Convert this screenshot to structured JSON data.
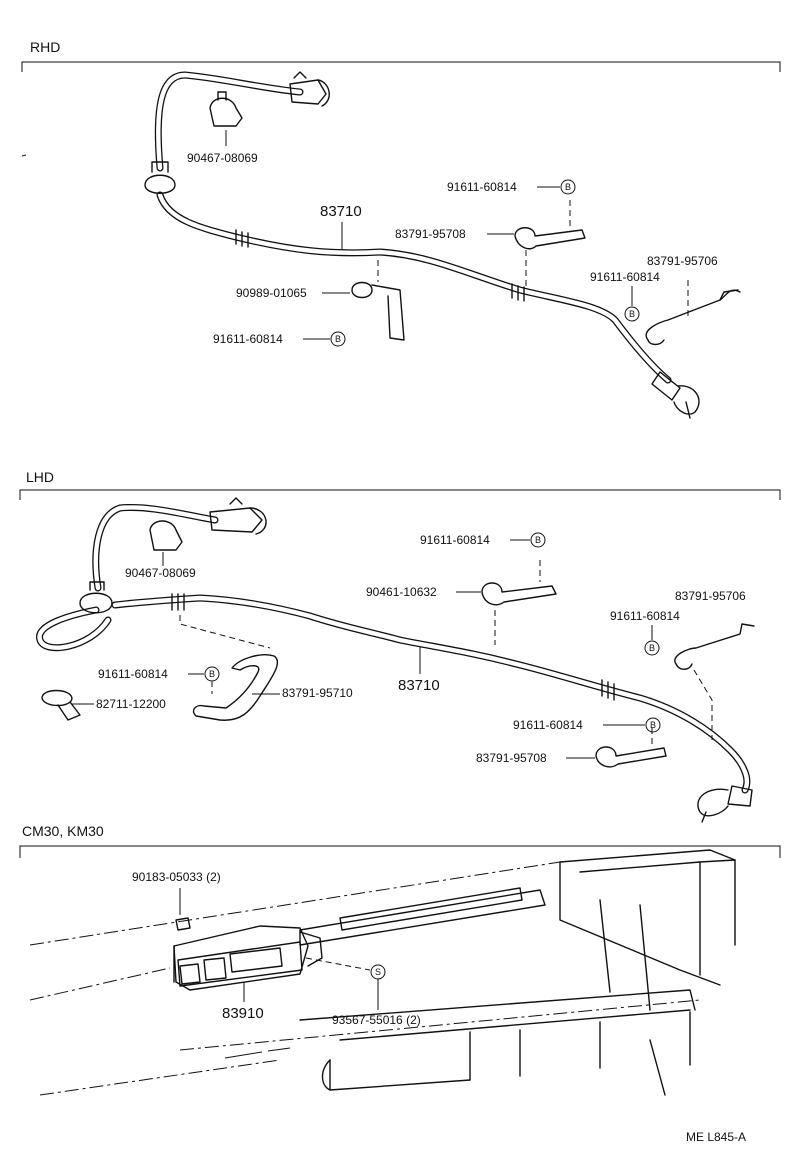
{
  "sections": {
    "rhd": "RHD",
    "lhd": "LHD",
    "cm30": "CM30, KM30"
  },
  "rhd": {
    "part_cable": "83710",
    "p_90467": "90467-08069",
    "p_91611_a": "91611-60814",
    "p_83791_95708": "83791-95708",
    "p_83791_95706": "83791-95706",
    "p_91611_b": "91611-60814",
    "p_90989": "90989-01065",
    "p_91611_c": "91611-60814"
  },
  "lhd": {
    "p_90467": "90467-08069",
    "p_91611_a": "91611-60814",
    "p_90461": "90461-10632",
    "p_83791_95706": "83791-95706",
    "p_91611_b": "91611-60814",
    "p_91611_c": "91611-60814",
    "p_83791_95710": "83791-95710",
    "part_cable": "83710",
    "p_82711": "82711-12200",
    "p_91611_d": "91611-60814",
    "p_83791_95708": "83791-95708"
  },
  "cm": {
    "p_90183": "90183-05033 (2)",
    "part_meter": "83910",
    "p_93567": "93567-55016 (2)"
  },
  "markers": {
    "bolt": "B",
    "screw": "S"
  },
  "footer": {
    "code": "ME  L845-A"
  }
}
